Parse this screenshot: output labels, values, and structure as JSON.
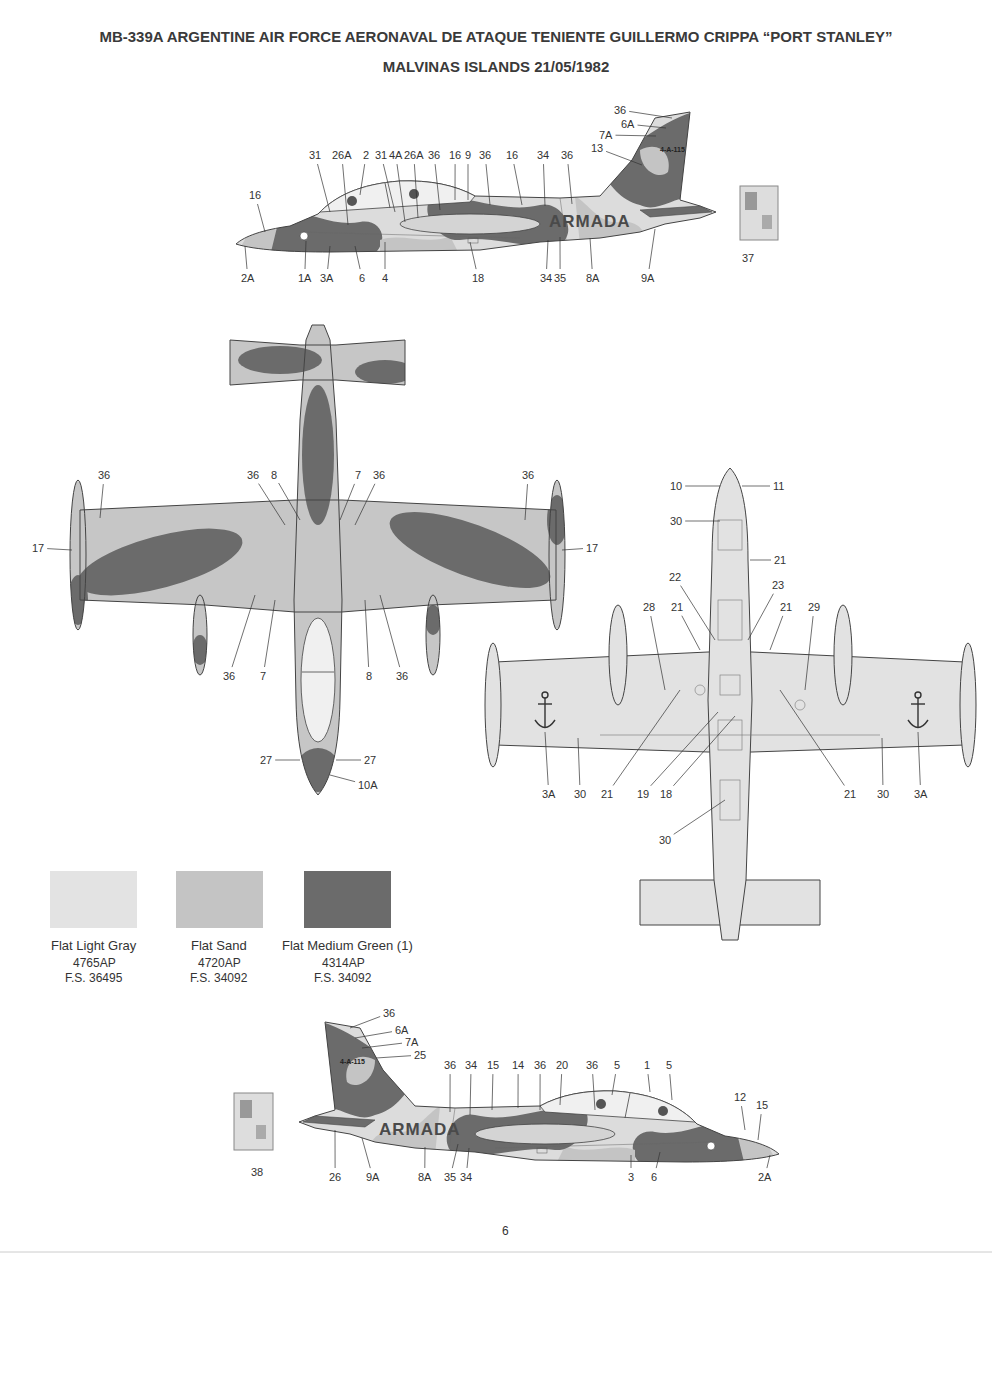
{
  "diagram": {
    "title": "MB-339A ARGENTINE AIR FORCE AERONAVAL DE ATAQUE TENIENTE GUILLERMO CRIPPA “PORT STANLEY” MALVINAS ISLANDS 21/05/1982",
    "labels": [
      "36",
      "6A",
      "7A",
      "13",
      "31",
      "26A",
      "2",
      "31",
      "4A",
      "26A",
      "36",
      "16",
      "9",
      "36",
      "16",
      "34",
      "36",
      "16",
      "ARMADA",
      "4-A-115",
      "37",
      "2A",
      "1A",
      "3A",
      "6",
      "4",
      "18",
      "34",
      "35",
      "8A",
      "9A",
      "36",
      "36",
      "8",
      "7",
      "36",
      "36",
      "17",
      "17",
      "36",
      "7",
      "8",
      "36",
      "27",
      "27",
      "10A",
      "10",
      "11",
      "30",
      "21",
      "22",
      "23",
      "28",
      "21",
      "21",
      "29",
      "3A",
      "30",
      "21",
      "19",
      "18",
      "21",
      "30",
      "3A",
      "30",
      "4765AP",
      "F.S. 36495",
      "4720AP",
      "F.S. 34092",
      "4314AP",
      "F.S. 34092",
      "36",
      "6A",
      "7A",
      "25",
      "4-A-115",
      "36",
      "34",
      "15",
      "14",
      "36",
      "20",
      "36",
      "5",
      "1",
      "5",
      "12",
      "15",
      "ARMADA",
      "38",
      "26",
      "9A",
      "8A",
      "35",
      "34",
      "3",
      "6",
      "2A",
      "6"
    ],
    "legend": [
      {
        "text": "Flat Light Gray",
        "color": "#e3e3e3"
      },
      {
        "text": "Flat Sand",
        "color": "#c4c4c4"
      },
      {
        "text": "Flat Medium Green (1)",
        "color": "#6b6b6b"
      }
    ]
  }
}
